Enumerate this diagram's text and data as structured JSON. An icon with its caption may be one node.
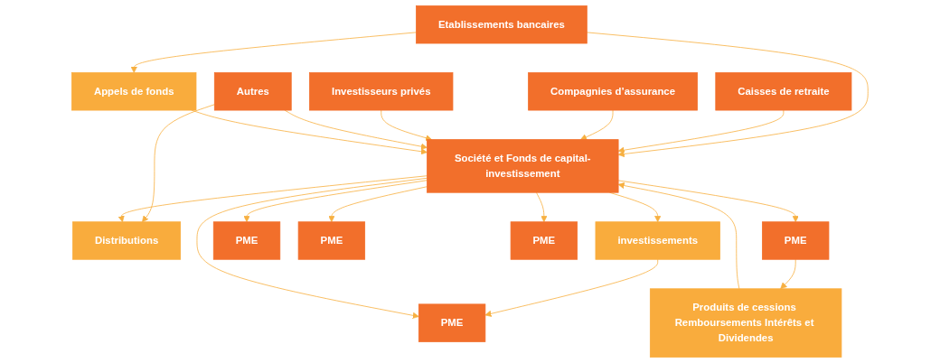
{
  "diagram": {
    "nodes": [
      {
        "text": [
          "Etablissements bancaires"
        ]
      },
      {
        "text": [
          "Caisses de retraite"
        ]
      },
      {
        "text": [
          "Compagnies d’assurance"
        ]
      },
      {
        "text": [
          "Investisseurs privés"
        ]
      },
      {
        "text": [
          "Autres"
        ]
      },
      {
        "text": [
          "Appels de fonds"
        ]
      },
      {
        "text": [
          "Distributions"
        ]
      },
      {
        "text": [
          "Société et Fonds de capital-investissement"
        ]
      },
      {
        "text": [
          "investissements"
        ]
      },
      {
        "text": [
          "Produits de cessions Remboursements Intérêts et Dividendes"
        ]
      },
      {
        "text": [
          "PME"
        ]
      },
      {
        "text": [
          "PME"
        ]
      },
      {
        "text": [
          "PME"
        ]
      },
      {
        "text": [
          "PME"
        ]
      },
      {
        "text": [
          "PME"
        ]
      }
    ],
    "edges": [
      {
        "from": 0,
        "to": 5,
        "arrow": "to"
      },
      {
        "from": 0,
        "to": 7,
        "arrow": "to"
      },
      {
        "from": 1,
        "to": 7,
        "arrow": "to"
      },
      {
        "from": 2,
        "to": 7,
        "arrow": "to"
      },
      {
        "from": 3,
        "to": 7,
        "arrow": "to"
      },
      {
        "from": 4,
        "to": 7,
        "arrow": "to"
      },
      {
        "from": 4,
        "to": 6,
        "arrow": "to"
      },
      {
        "from": 5,
        "to": 7,
        "arrow": "to"
      },
      {
        "from": 7,
        "to": 6,
        "arrow": "to"
      },
      {
        "from": 7,
        "to": 8,
        "arrow": "to"
      },
      {
        "from": 8,
        "to": 10,
        "arrow": "to"
      },
      {
        "from": 7,
        "to": 10,
        "arrow": "to"
      },
      {
        "from": 7,
        "to": 11,
        "arrow": "to"
      },
      {
        "from": 7,
        "to": 12,
        "arrow": "to"
      },
      {
        "from": 7,
        "to": 13,
        "arrow": "to"
      },
      {
        "from": 7,
        "to": 14,
        "arrow": "to"
      },
      {
        "from": 14,
        "to": 9,
        "arrow": "to"
      },
      {
        "from": 9,
        "to": 7,
        "arrow": "to"
      }
    ]
  }
}
